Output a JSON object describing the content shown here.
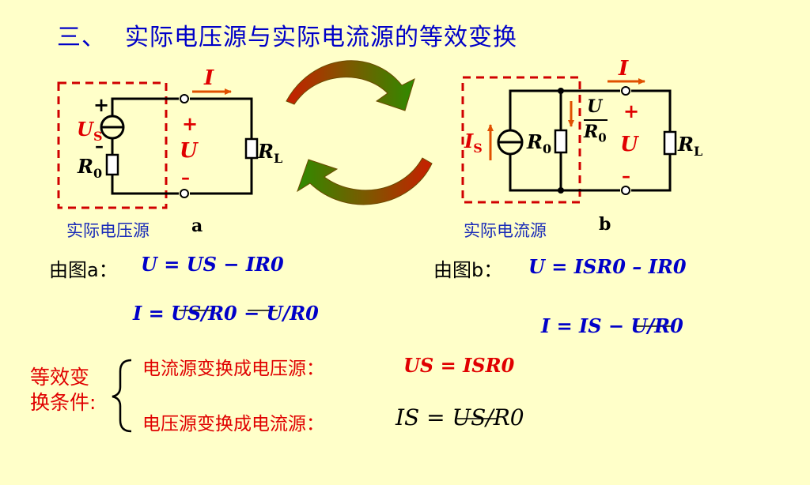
{
  "title": {
    "number": "三、",
    "text": "实际电压源与实际电流源的等效变换"
  },
  "circuit_a": {
    "caption": "实际电压源",
    "letter": "a",
    "current_label": "I",
    "source_label": "U",
    "source_sub": "S",
    "plus": "+",
    "minus": "–",
    "resistor_label": "R",
    "resistor_sub": "0",
    "voltage_label": "U",
    "load_label": "R",
    "load_sub": "L"
  },
  "circuit_b": {
    "caption": "实际电流源",
    "letter": "b",
    "current_label": "I",
    "source_label": "I",
    "source_sub": "S",
    "resistor_label": "R",
    "resistor_sub": "0",
    "branch_num": "U",
    "branch_den": "R",
    "branch_den_sub": "0",
    "plus": "+",
    "minus": "–",
    "voltage_label": "U",
    "load_label": "R",
    "load_sub": "L"
  },
  "equations_a": {
    "prefix": "由图a：",
    "eq1": "U = US − IR0",
    "eq2": "I = US/R0 − U/R0"
  },
  "equations_b": {
    "prefix": "由图b：",
    "eq1": "U = ISR0 – IR0",
    "eq2": "I = IS − U/R0"
  },
  "conditions": {
    "heading_line1": "等效变",
    "heading_line2": "换条件:",
    "cond1_text": "电流源变换成电压源：",
    "cond1_eq": "US = ISR0",
    "cond2_text": "电压源变换成电流源：",
    "cond2_eq": "IS = US/R0"
  },
  "colors": {
    "background": "#FFFFC9",
    "title": "#0000C8",
    "accent_red": "#E00000",
    "dashed_box": "#D00000",
    "arrow_green": "#2E8B00",
    "arrow_red": "#C81E00"
  }
}
